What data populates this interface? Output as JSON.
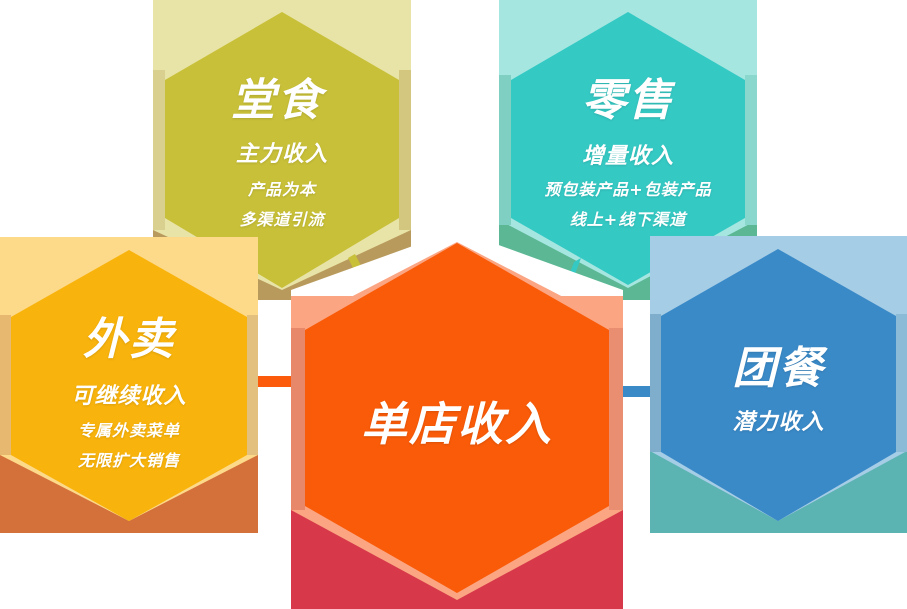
{
  "diagram": {
    "center": {
      "title": "单店收入",
      "color": "#f95b08"
    },
    "nodes": [
      {
        "id": "dine-in",
        "title": "堂食",
        "subtitle": "主力收入",
        "lines": [
          "产品为本",
          "多渠道引流"
        ],
        "color": "#c8c038"
      },
      {
        "id": "retail",
        "title": "零售",
        "subtitle": "增量收入",
        "lines": [
          "预包装产品+包装产品",
          "线上+线下渠道"
        ],
        "color": "#35c9c4"
      },
      {
        "id": "takeout",
        "title": "外卖",
        "subtitle": "可继续收入",
        "lines": [
          "专属外卖菜单",
          "无限扩大销售"
        ],
        "color": "#f8b30c"
      },
      {
        "id": "group-meal",
        "title": "团餐",
        "subtitle": "潜力收入",
        "lines": [],
        "color": "#3a8ac8"
      }
    ]
  }
}
